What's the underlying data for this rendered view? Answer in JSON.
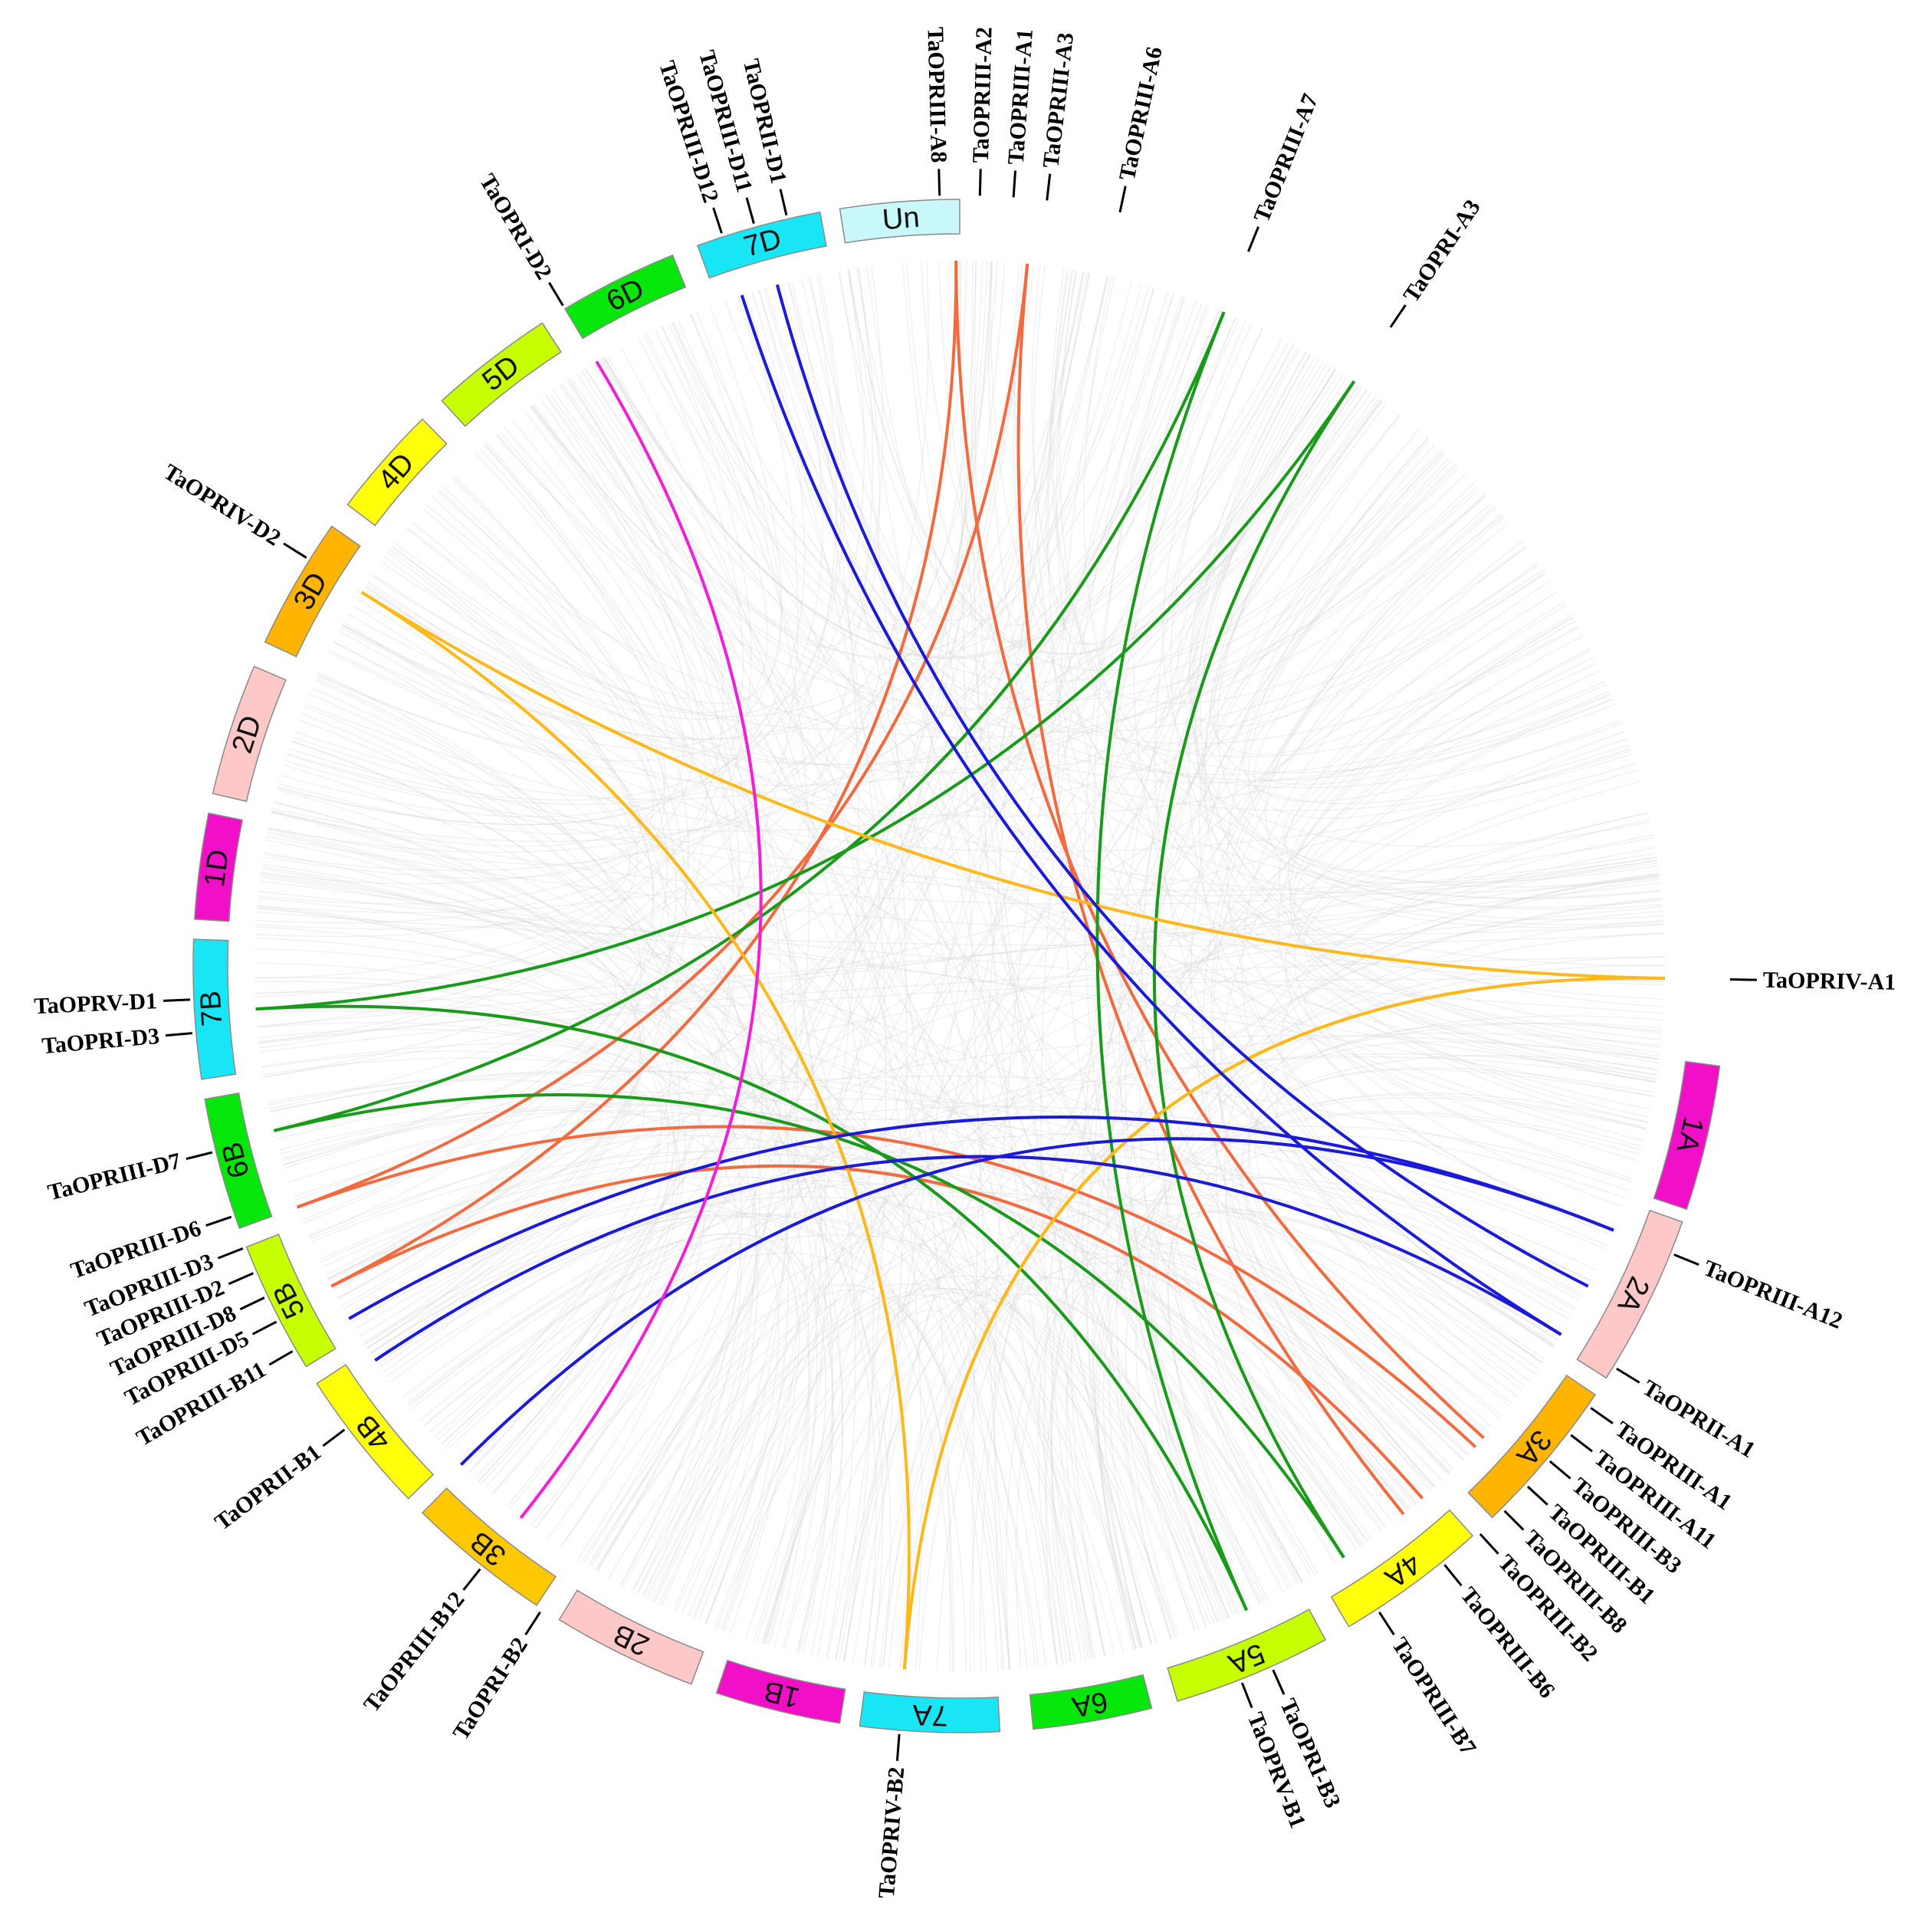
{
  "chromosomes": [
    {
      "id": "1A",
      "color": "#f20fc8"
    },
    {
      "id": "2A",
      "color": "#ffc8c8"
    },
    {
      "id": "3A",
      "color": "#ffb400"
    },
    {
      "id": "4A",
      "color": "#ffff0a"
    },
    {
      "id": "5A",
      "color": "#c8ff00"
    },
    {
      "id": "6A",
      "color": "#05e60a"
    },
    {
      "id": "7A",
      "color": "#19e6f5"
    },
    {
      "id": "1B",
      "color": "#f20fc8"
    },
    {
      "id": "2B",
      "color": "#ffc8c8"
    },
    {
      "id": "3B",
      "color": "#ffc800"
    },
    {
      "id": "4B",
      "color": "#ffff0a"
    },
    {
      "id": "5B",
      "color": "#c8ff00"
    },
    {
      "id": "6B",
      "color": "#05e60a"
    },
    {
      "id": "7B",
      "color": "#19e6f5"
    },
    {
      "id": "1D",
      "color": "#f20fc8"
    },
    {
      "id": "2D",
      "color": "#ffc8c8"
    },
    {
      "id": "3D",
      "color": "#ffb400"
    },
    {
      "id": "4D",
      "color": "#ffff0a"
    },
    {
      "id": "5D",
      "color": "#c8ff00"
    },
    {
      "id": "6D",
      "color": "#05e60a"
    },
    {
      "id": "7D",
      "color": "#19e6f5"
    },
    {
      "id": "Un",
      "color": "#c8f8fa"
    }
  ],
  "gene_labels": [
    {
      "text": "TaOPRIII-A8",
      "angle": -1.5
    },
    {
      "text": "TaOPRIII-A2",
      "angle": 1.5
    },
    {
      "text": "TaOPRIII-A1",
      "angle": 4.0
    },
    {
      "text": "TaOPRIII-A3",
      "angle": 6.5
    },
    {
      "text": "TaOPRIII-A6",
      "angle": 12.0
    },
    {
      "text": "TaOPRIII-A7",
      "angle": 22.0
    },
    {
      "text": "TaOPRI-A3",
      "angle": 34.0
    },
    {
      "text": "TaOPRIV-A1",
      "angle": 91.0
    },
    {
      "text": "TaOPRIII-A12",
      "angle": 112.0
    },
    {
      "text": "TaOPRII-A1",
      "angle": 121.5
    },
    {
      "text": "TaOPRIII-A1",
      "angle": 125.0
    },
    {
      "text": "TaOPRIII-A11",
      "angle": 127.5
    },
    {
      "text": "TaOPRIII-B3",
      "angle": 130.0
    },
    {
      "text": "TaOPRIII-B1",
      "angle": 132.5
    },
    {
      "text": "TaOPRIII-B8",
      "angle": 135.0
    },
    {
      "text": "TaOPRIII-B2",
      "angle": 137.5
    },
    {
      "text": "TaOPRIII-B6",
      "angle": 141.0
    },
    {
      "text": "TaOPRIII-B7",
      "angle": 147.0
    },
    {
      "text": "TaOPRI-B3",
      "angle": 156.0
    },
    {
      "text": "TaOPRV-B1",
      "angle": 158.5
    },
    {
      "text": "TaOPRIV-B2",
      "angle": 184.5
    },
    {
      "text": "TaOPRI-B2",
      "angle": 213.0
    },
    {
      "text": "TaOPRIII-B12",
      "angle": 218.5
    },
    {
      "text": "TaOPRII-B1",
      "angle": 233.0
    },
    {
      "text": "TaOPRIII-B11",
      "angle": 240.0
    },
    {
      "text": "TaOPRIII-D5",
      "angle": 242.5
    },
    {
      "text": "TaOPRIII-D8",
      "angle": 244.5
    },
    {
      "text": "TaOPRIII-D2",
      "angle": 246.5
    },
    {
      "text": "TaOPRIII-D3",
      "angle": 248.5
    },
    {
      "text": "TaOPRIII-D6",
      "angle": 251.0
    },
    {
      "text": "TaOPRIII-D7",
      "angle": 256.0
    },
    {
      "text": "TaOPRI-D3",
      "angle": 265.0
    },
    {
      "text": "TaOPRV-D1",
      "angle": 267.5
    },
    {
      "text": "TaOPRIV-D2",
      "angle": 302.0
    },
    {
      "text": "TaOPRI-D2",
      "angle": 329.0
    },
    {
      "text": "TaOPRIII-D12",
      "angle": 342.0
    },
    {
      "text": "TaOPRIII-D11",
      "angle": 344.5
    },
    {
      "text": "TaOPRII-D1",
      "angle": 347.0
    }
  ],
  "links": [
    {
      "a": -0.3,
      "b": 243.0,
      "color": "#f26a40"
    },
    {
      "a": 5.5,
      "b": 250.0,
      "color": "#f26a40"
    },
    {
      "a": 5.5,
      "b": 141.0,
      "color": "#f26a40"
    },
    {
      "a": -0.3,
      "b": 132.0,
      "color": "#f26a40"
    },
    {
      "a": 250.0,
      "b": 133.0,
      "color": "#f26a40"
    },
    {
      "a": 243.0,
      "b": 139.0,
      "color": "#f26a40"
    },
    {
      "a": 22.0,
      "b": 256.5,
      "color": "#1a9a1a"
    },
    {
      "a": 34.0,
      "b": 266.5,
      "color": "#1a9a1a"
    },
    {
      "a": 22.0,
      "b": 156.0,
      "color": "#1a9a1a"
    },
    {
      "a": 34.0,
      "b": 147.0,
      "color": "#1a9a1a"
    },
    {
      "a": 266.5,
      "b": 156.0,
      "color": "#1a9a1a"
    },
    {
      "a": 256.5,
      "b": 147.0,
      "color": "#1a9a1a"
    },
    {
      "a": 91.0,
      "b": 302.0,
      "color": "#ffb81a"
    },
    {
      "a": 91.0,
      "b": 184.5,
      "color": "#ffb81a"
    },
    {
      "a": 302.0,
      "b": 184.5,
      "color": "#ffb81a"
    },
    {
      "a": 342.0,
      "b": 121.5,
      "color": "#1a1ad8"
    },
    {
      "a": 345.0,
      "b": 117.0,
      "color": "#1a1ad8"
    },
    {
      "a": 112.0,
      "b": 240.0,
      "color": "#1a1ad8"
    },
    {
      "a": 112.0,
      "b": 225.0,
      "color": "#1a1ad8"
    },
    {
      "a": 121.5,
      "b": 236.0,
      "color": "#1a1ad8"
    },
    {
      "a": 329.0,
      "b": 218.5,
      "color": "#f020d8"
    }
  ]
}
